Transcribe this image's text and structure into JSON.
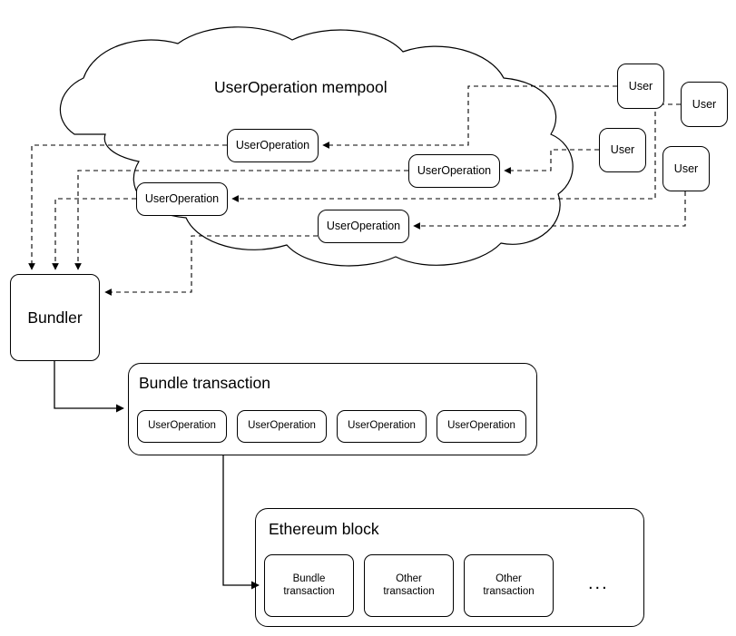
{
  "diagram": {
    "title": "UserOperation mempool",
    "background": "#ffffff",
    "stroke": "#000000"
  },
  "mempool": {
    "label": "UserOperation mempool",
    "operations": [
      {
        "label": "UserOperation"
      },
      {
        "label": "UserOperation"
      },
      {
        "label": "UserOperation"
      },
      {
        "label": "UserOperation"
      }
    ]
  },
  "users": [
    {
      "label": "User"
    },
    {
      "label": "User"
    },
    {
      "label": "User"
    },
    {
      "label": "User"
    }
  ],
  "bundler": {
    "label": "Bundler"
  },
  "bundle_transaction": {
    "title": "Bundle transaction",
    "operations": [
      {
        "label": "UserOperation"
      },
      {
        "label": "UserOperation"
      },
      {
        "label": "UserOperation"
      },
      {
        "label": "UserOperation"
      }
    ]
  },
  "ethereum_block": {
    "title": "Ethereum block",
    "transactions": [
      {
        "label": "Bundle\ntransaction",
        "line1": "Bundle",
        "line2": "transaction"
      },
      {
        "label": "Other\ntransaction",
        "line1": "Other",
        "line2": "transaction"
      },
      {
        "label": "Other\ntransaction",
        "line1": "Other",
        "line2": "transaction"
      }
    ],
    "more": "..."
  }
}
